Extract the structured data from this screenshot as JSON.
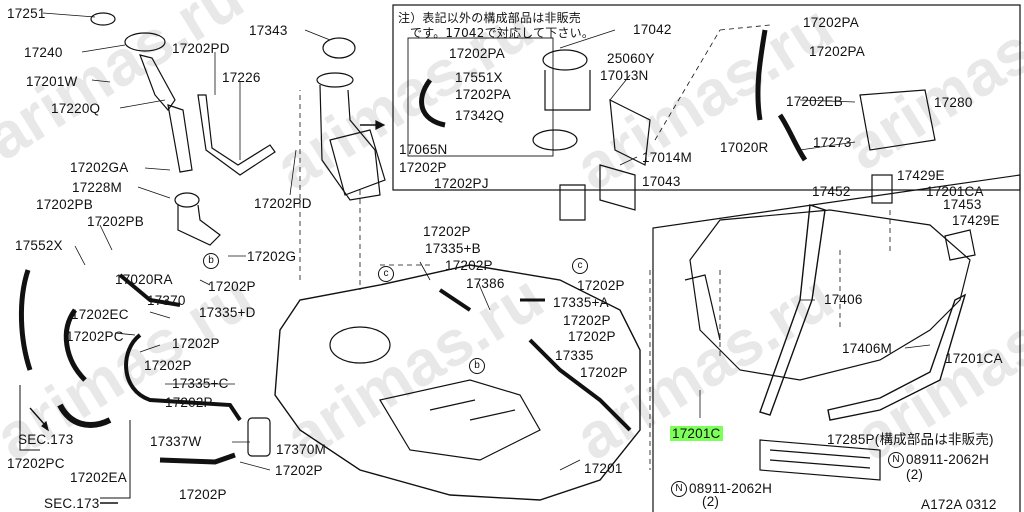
{
  "labels": {
    "l17251": "17251",
    "l17240": "17240",
    "l17201W": "17201W",
    "l17220Q": "17220Q",
    "l17202PD_a": "17202PD",
    "l17226": "17226",
    "l17343": "17343",
    "l17202GA": "17202GA",
    "l17228M": "17228M",
    "l17202PB_a": "17202PB",
    "l17202PB_b": "17202PB",
    "l17552X": "17552X",
    "l17020RA": "17020RA",
    "l17202PD_b": "17202PD",
    "l17202G": "17202G",
    "l17202P_1": "17202P",
    "l17370": "17370",
    "l17335D": "17335+D",
    "l17202EC": "17202EC",
    "l17202PC_a": "17202PC",
    "l17202P_2": "17202P",
    "l17202P_3": "17202P",
    "l17335C": "17335+C",
    "l17202P_4": "17202P",
    "l17337W": "17337W",
    "l17370M": "17370M",
    "l17202P_5": "17202P",
    "lSEC173_a": "SEC.173",
    "l17202PC_b": "17202PC",
    "l17202EA": "17202EA",
    "l17202P_6": "17202P",
    "lSEC173_b": "SEC.173",
    "l17202P_7": "17202P",
    "l17335B": "17335+B",
    "l17202P_8": "17202P",
    "l17386": "17386",
    "l17202P_9": "17202P",
    "l17335A": "17335+A",
    "l17202P_10": "17202P",
    "l17202P_11": "17202P",
    "l17335": "17335",
    "l17202P_12": "17202P",
    "l17201": "17201",
    "note_line1": "注）表記以外の構成部品は非販売",
    "note_line2": "です。17042で対応して下さい。",
    "l17042": "17042",
    "l17202PA_1": "17202PA",
    "l17551X": "17551X",
    "l17202PA_2": "17202PA",
    "l17342Q": "17342Q",
    "l17065N": "17065N",
    "l17202P_13": "17202P",
    "l17202PJ": "17202PJ",
    "l25060Y": "25060Y",
    "l17013N": "17013N",
    "l17014M": "17014M",
    "l17043": "17043",
    "l17202PA_3": "17202PA",
    "l17202PA_4": "17202PA",
    "l17202EB": "17202EB",
    "l17280": "17280",
    "l17273": "17273",
    "l17020R": "17020R",
    "l17452": "17452",
    "l17429E_a": "17429E",
    "l17201CA_a": "17201CA",
    "l17453": "17453",
    "l17429E_b": "17429E",
    "l17406": "17406",
    "l17406M": "17406M",
    "l17201CA_b": "17201CA",
    "l17201C": "17201C",
    "l17285P": "17285P(構成部品は非販売)",
    "l08911_a": "08911-2062H",
    "l08911_a_qty": "(2)",
    "l08911_b": "08911-2062H",
    "l08911_b_qty": "(2)",
    "diagram_code": "A172A 0312",
    "circ_c1": "c",
    "circ_c2": "c",
    "circ_b1": "b",
    "circ_b2": "b",
    "circ_N1": "N",
    "circ_N2": "N"
  },
  "watermark": "arimas.ru",
  "colors": {
    "highlight": "#7dff5a",
    "ink": "#111111",
    "watermark": "#d7d7d7"
  }
}
